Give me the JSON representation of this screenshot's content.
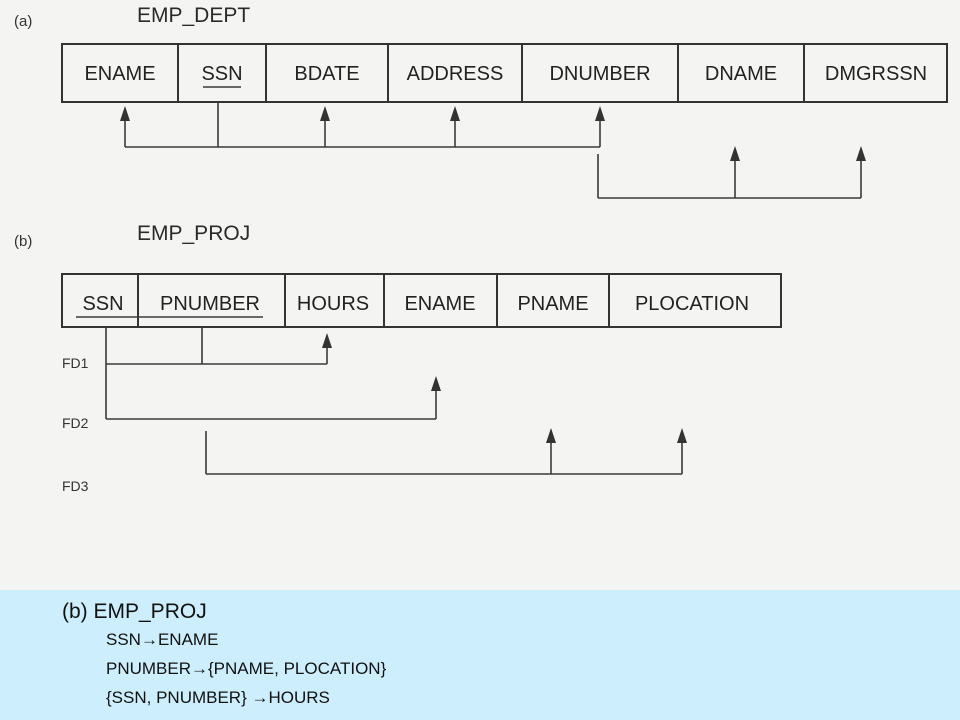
{
  "part_a": {
    "label": "(a)",
    "title": "EMP_DEPT",
    "attributes": [
      "ENAME",
      "SSN",
      "BDATE",
      "ADDRESS",
      "DNUMBER",
      "DNAME",
      "DMGRSSN"
    ]
  },
  "part_b": {
    "label": "(b)",
    "title": "EMP_PROJ",
    "attributes": [
      "SSN",
      "PNUMBER",
      "HOURS",
      "ENAME",
      "PNAME",
      "PLOCATION"
    ],
    "fd_labels": [
      "FD1",
      "FD2",
      "FD3"
    ]
  },
  "summary": {
    "title": "(b) EMP_PROJ",
    "lines": [
      "SSN→ENAME",
      "PNUMBER→{PNAME, PLOCATION}",
      "{SSN, PNUMBER} →HOURS"
    ]
  }
}
